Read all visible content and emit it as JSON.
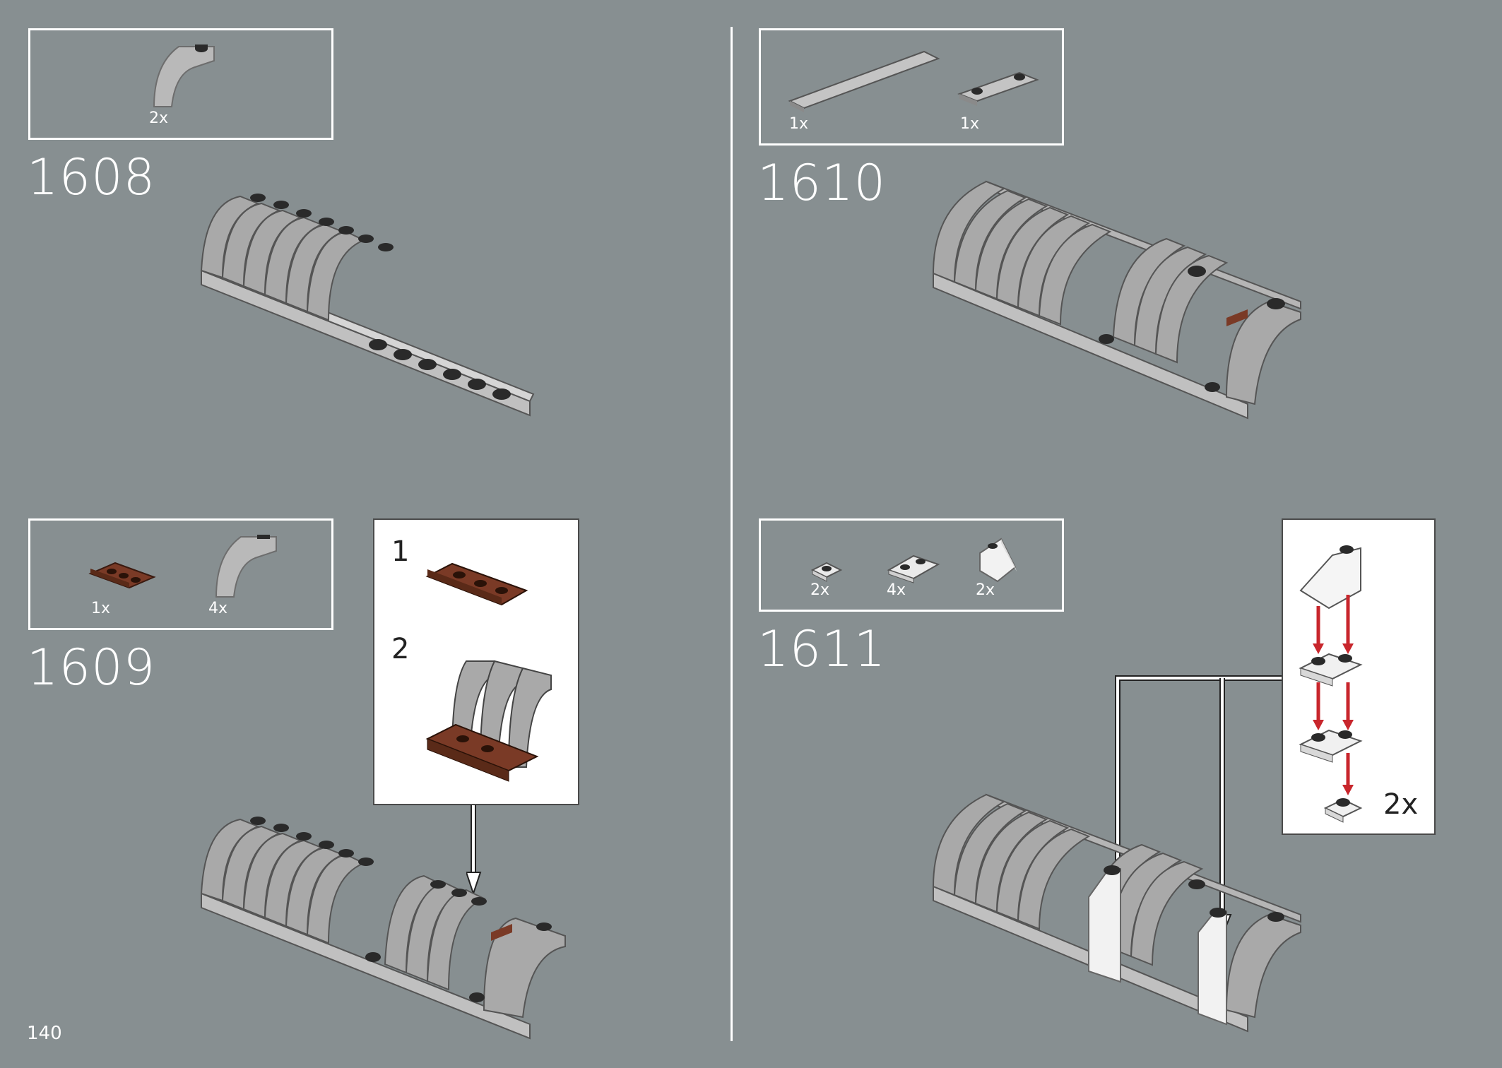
{
  "page_number": "140",
  "steps": [
    {
      "number": "1608",
      "parts": [
        {
          "qty": "2x",
          "icon": "curved-slope-icon"
        }
      ]
    },
    {
      "number": "1609",
      "parts": [
        {
          "qty": "1x",
          "icon": "brown-plate-1x3-icon"
        },
        {
          "qty": "4x",
          "icon": "curved-slope-icon"
        }
      ],
      "callout": {
        "sub_steps": [
          "1",
          "2"
        ]
      }
    },
    {
      "number": "1610",
      "parts": [
        {
          "qty": "1x",
          "icon": "long-tile-icon"
        },
        {
          "qty": "1x",
          "icon": "jumper-plate-icon"
        }
      ]
    },
    {
      "number": "1611",
      "parts": [
        {
          "qty": "2x",
          "icon": "trans-plate-1x1-icon"
        },
        {
          "qty": "4x",
          "icon": "trans-plate-1x2-icon"
        },
        {
          "qty": "2x",
          "icon": "trans-slope-icon"
        }
      ],
      "callout": {
        "multiplier": "2x"
      }
    }
  ],
  "colors": {
    "background": "#878f91",
    "brick_grey": "#a9a9a9",
    "brick_brown": "#6b3423",
    "arrow_red": "#c8262c",
    "frame_white": "#ffffff"
  }
}
